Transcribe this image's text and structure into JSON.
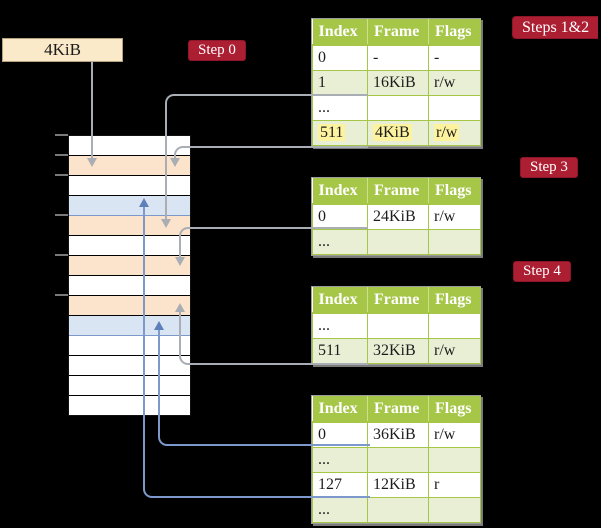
{
  "labels": {
    "frame_size_box": "4KiB",
    "step0": "Step 0",
    "steps12": "Steps 1&2",
    "step3": "Step 3",
    "step4": "Step 4"
  },
  "memory_map": {
    "rows": [
      "white",
      "peach",
      "white",
      "blue",
      "peach",
      "white",
      "peach",
      "white",
      "peach",
      "blue",
      "white",
      "white",
      "white",
      "white"
    ],
    "tick_count": 6
  },
  "page_tables": [
    {
      "step": "Steps 1&2",
      "columns": [
        "Index",
        "Frame",
        "Flags"
      ],
      "rows": [
        {
          "cells": [
            "0",
            "-",
            "-"
          ],
          "shade": false,
          "highlight": false
        },
        {
          "cells": [
            "1",
            "16KiB",
            "r/w"
          ],
          "shade": true,
          "highlight": false
        },
        {
          "cells": [
            "...",
            "",
            ""
          ],
          "shade": false,
          "highlight": false
        },
        {
          "cells": [
            "511",
            "4KiB",
            "r/w"
          ],
          "shade": true,
          "highlight": true
        }
      ]
    },
    {
      "step": "Step 3",
      "columns": [
        "Index",
        "Frame",
        "Flags"
      ],
      "rows": [
        {
          "cells": [
            "0",
            "24KiB",
            "r/w"
          ],
          "shade": false,
          "highlight": false
        },
        {
          "cells": [
            "...",
            "",
            ""
          ],
          "shade": true,
          "highlight": false
        }
      ]
    },
    {
      "step": "Step 4",
      "columns": [
        "Index",
        "Frame",
        "Flags"
      ],
      "rows": [
        {
          "cells": [
            "...",
            "",
            ""
          ],
          "shade": false,
          "highlight": false
        },
        {
          "cells": [
            "511",
            "32KiB",
            "r/w"
          ],
          "shade": true,
          "highlight": false
        }
      ]
    },
    {
      "step": "Step 4",
      "columns": [
        "Index",
        "Frame",
        "Flags"
      ],
      "rows": [
        {
          "cells": [
            "0",
            "36KiB",
            "r/w"
          ],
          "shade": false,
          "highlight": false
        },
        {
          "cells": [
            "...",
            "",
            ""
          ],
          "shade": true,
          "highlight": false
        },
        {
          "cells": [
            "127",
            "12KiB",
            "r"
          ],
          "shade": false,
          "highlight": false
        },
        {
          "cells": [
            "...",
            "",
            ""
          ],
          "shade": true,
          "highlight": false
        }
      ]
    }
  ],
  "colors": {
    "background": "#000000",
    "table_header_green": "#a5c647",
    "table_row_green": "#e9efd5",
    "highlight_yellow": "#fdf39e",
    "step_label_red": "#ac1e32",
    "memory_peach": "#fce4cc",
    "memory_blue": "#d9e5f3",
    "frame_box_cream": "#faeaca",
    "gray_connector": "#a9adb4",
    "blue_connector": "#7d99cb"
  }
}
